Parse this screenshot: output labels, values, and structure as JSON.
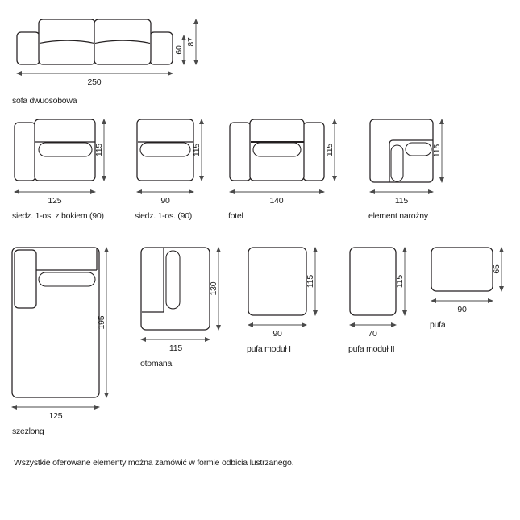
{
  "sheet": {
    "kind": "furniture-dimension-sheet",
    "language": "pl",
    "background_color": "#ffffff",
    "line_color": "#231f20",
    "dimension_color": "#4a4a4a",
    "unit_note": "cm"
  },
  "footnote": {
    "text": "Wszystkie oferowane elementy można zamówić w formie odbicia lustrzanego."
  },
  "items": [
    {
      "id": "sofa-dwuosobowa",
      "label": "sofa dwuosobowa",
      "width": "250",
      "height": "87",
      "seat_height": "60",
      "dims": [
        "250",
        "60",
        "87"
      ]
    },
    {
      "id": "siedz-1os-z-bokiem-90",
      "label": "siedz. 1-os. z bokiem (90)",
      "width": "125",
      "height": "115",
      "dims": [
        "125",
        "115"
      ]
    },
    {
      "id": "siedz-1os-90",
      "label": "siedz. 1-os. (90)",
      "width": "90",
      "height": "115",
      "dims": [
        "90",
        "115"
      ]
    },
    {
      "id": "fotel",
      "label": "fotel",
      "width": "140",
      "height": "115",
      "dims": [
        "140",
        "115"
      ]
    },
    {
      "id": "element-narozny",
      "label": "element narożny",
      "width": "115",
      "height": "115",
      "dims": [
        "115",
        "115"
      ]
    },
    {
      "id": "szezlong",
      "label": "szezlong",
      "width": "125",
      "height": "195",
      "dims": [
        "125",
        "195"
      ]
    },
    {
      "id": "otomana",
      "label": "otomana",
      "width": "115",
      "height": "130",
      "dims": [
        "115",
        "130"
      ]
    },
    {
      "id": "pufa-modul-i",
      "label": "pufa moduł I",
      "width": "90",
      "height": "115",
      "dims": [
        "90",
        "115"
      ]
    },
    {
      "id": "pufa-modul-ii",
      "label": "pufa moduł II",
      "width": "70",
      "height": "115",
      "dims": [
        "70",
        "115"
      ]
    },
    {
      "id": "pufa",
      "label": "pufa",
      "width": "90",
      "height": "65",
      "dims": [
        "90",
        "65"
      ]
    }
  ]
}
